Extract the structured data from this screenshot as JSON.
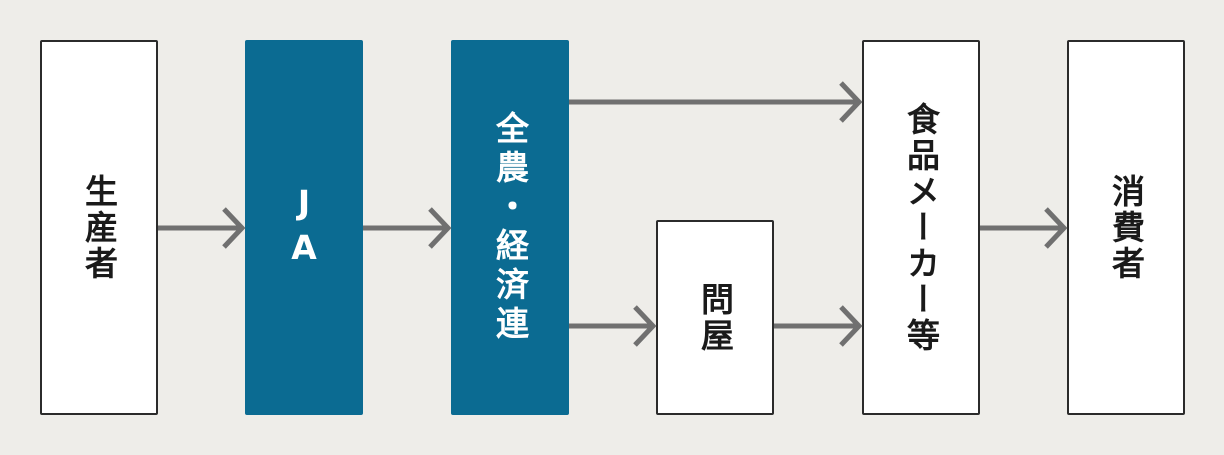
{
  "nodes": {
    "producer": {
      "label": "生産者",
      "fill": "#ffffff"
    },
    "ja": {
      "label": "JA",
      "fill": "#0b6b92"
    },
    "zennoh": {
      "label": "全農・経済連",
      "fill": "#0b6b92"
    },
    "wholesaler": {
      "label": "問屋",
      "fill": "#ffffff"
    },
    "maker": {
      "label": "食品メーカー等",
      "fill": "#ffffff"
    },
    "consumer": {
      "label": "消費者",
      "fill": "#ffffff"
    }
  },
  "edges": [
    {
      "from": "producer",
      "to": "ja"
    },
    {
      "from": "ja",
      "to": "zennoh"
    },
    {
      "from": "zennoh",
      "to": "maker"
    },
    {
      "from": "zennoh",
      "to": "wholesaler"
    },
    {
      "from": "wholesaler",
      "to": "maker"
    },
    {
      "from": "maker",
      "to": "consumer"
    }
  ],
  "colors": {
    "background": "#eeede9",
    "arrow": "#707070",
    "accent": "#0b6b92",
    "border": "#2b2b2b"
  }
}
